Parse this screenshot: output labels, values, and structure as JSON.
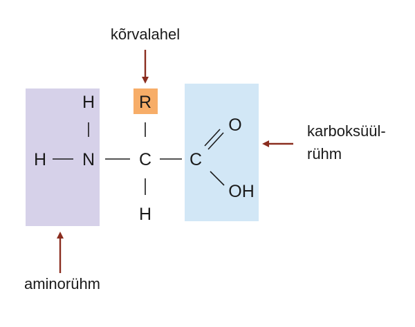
{
  "diagram": {
    "atoms": {
      "h_top": "H",
      "h_left": "H",
      "n": "N",
      "c_alpha": "C",
      "h_bottom": "H",
      "r_group": "R",
      "c_carboxyl": "C",
      "o": "O",
      "oh": "OH"
    },
    "labels": {
      "side_chain": "kõrvalahel",
      "carboxyl_line1": "karboksüül-",
      "carboxyl_line2": "rühm",
      "amino": "aminorühm"
    },
    "colors": {
      "amino_box": "#d6d1e9",
      "carboxyl_box": "#d2e7f6",
      "r_box": "#f7ad68",
      "arrow": "#8a2d1f",
      "bond": "#1a1a1a"
    }
  }
}
